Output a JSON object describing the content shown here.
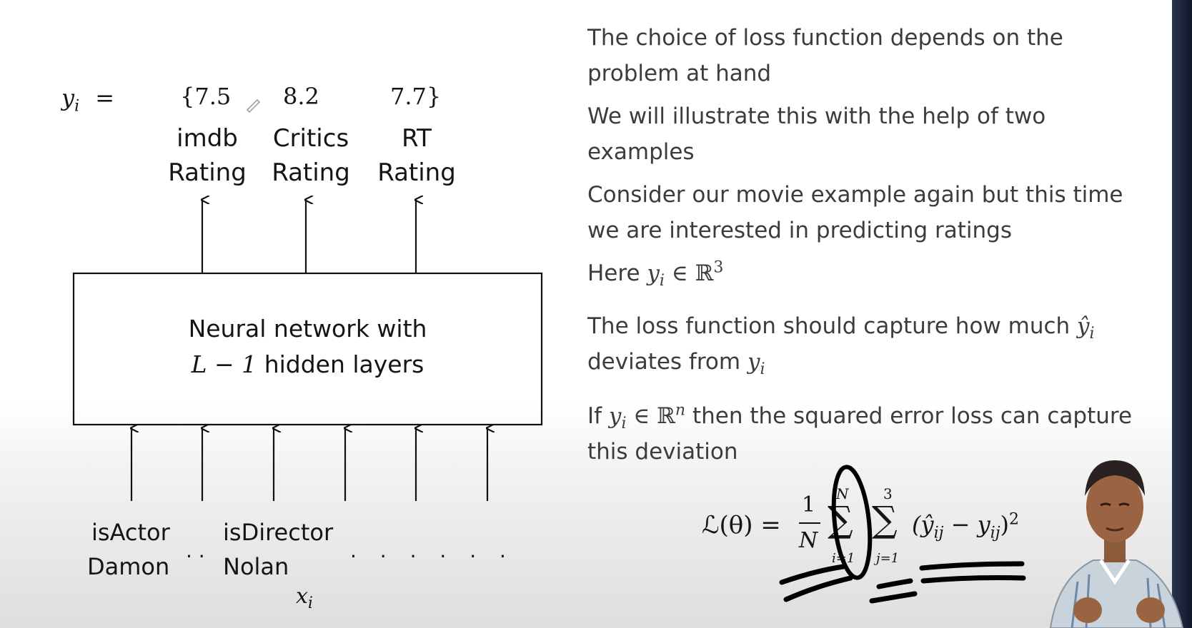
{
  "diagram": {
    "y_label": "y",
    "y_label_sub": "i",
    "y_equals": "=",
    "ratings": [
      {
        "value": "{7.5",
        "line1": "imdb",
        "line2": "Rating"
      },
      {
        "value": "8.2",
        "line1": "Critics",
        "line2": "Rating"
      },
      {
        "value": "7.7}",
        "line1": "RT",
        "line2": "Rating"
      }
    ],
    "box_line1": "Neural network with",
    "box_math": "L − 1",
    "box_line2_rest": "hidden layers",
    "inputs": [
      {
        "line1": "isActor",
        "line2": "Damon"
      },
      {
        "line1": "isDirector",
        "line2": "Nolan"
      }
    ],
    "dots_short": "· ·",
    "dots_long": "· · · · · ·",
    "x_label": "x",
    "x_label_sub": "i"
  },
  "bullets": {
    "b1": "The choice of loss function depends on the problem at hand",
    "b2": "We will illustrate this with the help of two examples",
    "b3": "Consider our movie example again but this time we are interested in predicting ratings",
    "b4_text": "Here",
    "b4_y": "y",
    "b4_sub": "i",
    "b4_in": "∈ ℝ",
    "b4_sup": "3",
    "b5_text1": "The loss function should capture how much",
    "b5_yhat": "ŷ",
    "b5_sub": "i",
    "b5_text2": "deviates from",
    "b5_y": "y",
    "b5_sub2": "i",
    "b6_text1": "If",
    "b6_y": "y",
    "b6_sub": "i",
    "b6_in": "∈ ℝ",
    "b6_sup": "n",
    "b6_text2": "then the squared error loss can capture this deviation"
  },
  "formula": {
    "lhs": "ℒ(θ) =",
    "frac_num": "1",
    "frac_den": "N",
    "sum1_top": "N",
    "sum1_bottom": "i=1",
    "sum2_top": "3",
    "sum2_bottom": "j=1",
    "sigma": "∑",
    "term": "(ŷ",
    "term_sub1": "ij",
    "term_minus": "− y",
    "term_sub2": "ij",
    "term_close": ")",
    "power": "2"
  },
  "colors": {
    "text_dark": "#151515",
    "text_body": "#3c3c3c",
    "ink": "#000000"
  }
}
